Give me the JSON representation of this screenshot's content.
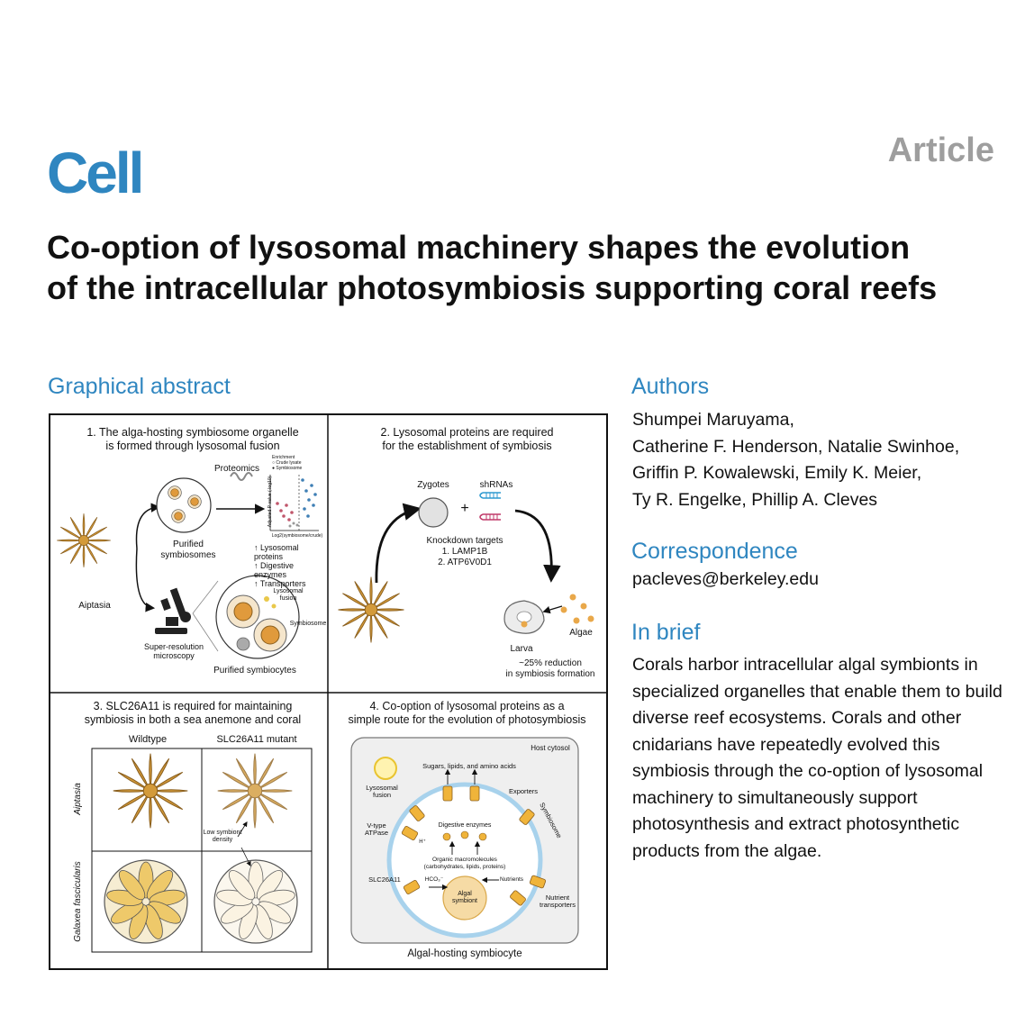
{
  "journal": "Cell",
  "article_type": "Article",
  "title": "Co-option of lysosomal machinery shapes the evolution of the intracellular photosymbiosis supporting coral reefs",
  "graphical_abstract": {
    "heading": "Graphical abstract",
    "panel1": {
      "caption": "1.  The alga-hosting symbiosome organelle\nis formed through lysosomal fusion",
      "proteomics": "Proteomics",
      "purified_symbiosomes": "Purified\nsymbiosomes",
      "aiptasia": "Aiptasia",
      "findings": "↑ Lysosomal proteins\n↑ Digestive enzymes\n↑ Transporters",
      "microscopy": "Super-resolution\nmicroscopy",
      "purified_symbiocytes": "Purified symbiocytes",
      "lysosomal_fusion": "Lysosomal\nfusion",
      "symbiosome": "Symbiosome",
      "plot_legend": "Enrichment\n○ Crude lysate\n● Symbiosome",
      "plot_ylabel": "Adjusted P-value (-log10)",
      "plot_xlabel": "Log2(symbiosome/crude)"
    },
    "panel2": {
      "caption": "2. Lysosomal proteins are required\nfor the establishment of symbiosis",
      "zygotes": "Zygotes",
      "plus": "+",
      "shrnas": "shRNAs",
      "targets": "Knockdown targets\n1. LAMP1B\n2. ATP6V0D1",
      "algae": "Algae",
      "larva": "Larva",
      "reduction": "~25% reduction\nin symbiosis formation"
    },
    "panel3": {
      "caption": "3. SLC26A11 is required for maintaining\nsymbiosis in both a sea anemone and coral",
      "wildtype": "Wildtype",
      "mutant": "SLC26A11 mutant",
      "row1": "Aiptasia",
      "row2": "Galaxea fascicularis",
      "low_density": "Low symbiont\ndensity"
    },
    "panel4": {
      "caption": "4. Co-option of lysosomal proteins as a\nsimple route for the evolution of photosymbiosis",
      "host_cytosol": "Host cytosol",
      "sugars": "Sugars, lipids, and amino acids",
      "lysosomal_fusion": "Lysosomal\nfusion",
      "exporters": "Exporters",
      "symbiosome": "Symbiosome",
      "vtype": "V-type\nATPase",
      "hplus": "H⁺",
      "digestive": "Digestive enzymes",
      "organic": "Organic macromolecules\n(carbohydrates, lipids, proteins)",
      "slc": "SLC26A11",
      "hco3": "HCO₃⁻",
      "nutrients": "Nutrients",
      "algal_symbiont": "Algal\nsymbiont",
      "nutrient_transporters": "Nutrient\ntransporters",
      "footer": "Algal-hosting symbiocyte"
    }
  },
  "authors": {
    "heading": "Authors",
    "lines": [
      "Shumpei Maruyama,",
      "Catherine F. Henderson, Natalie Swinhoe,",
      "Griffin P. Kowalewski, Emily K. Meier,",
      "Ty R. Engelke, Phillip A. Cleves"
    ]
  },
  "correspondence": {
    "heading": "Correspondence",
    "email": "pacleves@berkeley.edu"
  },
  "in_brief": {
    "heading": "In brief",
    "text": "Corals harbor intracellular algal symbionts in specialized organelles that enable them to build diverse reef ecosystems. Corals and other cnidarians have repeatedly evolved this symbiosis through the co-option of lysosomal machinery to simultaneously support photosynthesis and extract photosynthetic products from the algae."
  },
  "colors": {
    "accent": "#2f86c0",
    "article_gray": "#9e9e9e",
    "anemone": "#d39a3a",
    "symbiont": "#e9a84a"
  }
}
